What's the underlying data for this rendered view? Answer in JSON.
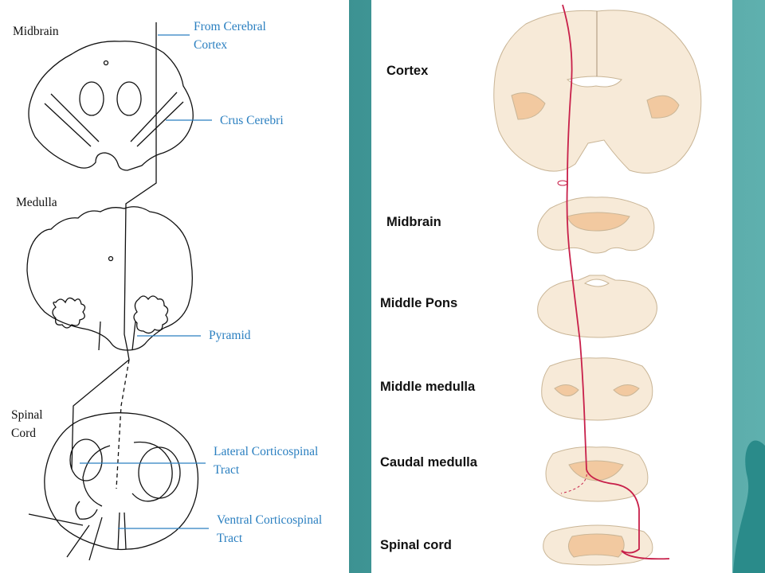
{
  "left_diagram": {
    "section_labels": {
      "midbrain": "Midbrain",
      "medulla": "Medulla",
      "spinal_cord_line1": "Spinal",
      "spinal_cord_line2": "Cord"
    },
    "callouts": {
      "from_cortex_line1": "From Cerebral",
      "from_cortex_line2": "Cortex",
      "crus_cerebri": "Crus Cerebri",
      "pyramid": "Pyramid",
      "lateral_line1": "Lateral Corticospinal",
      "lateral_line2": "Tract",
      "ventral_line1": "Ventral Corticospinal",
      "ventral_line2": "Tract"
    },
    "callout_color": "#2a7fc0"
  },
  "right_diagram": {
    "labels": {
      "cortex": "Cortex",
      "midbrain": "Midbrain",
      "middle_pons": "Middle Pons",
      "middle_medulla": "Middle medulla",
      "caudal_medulla": "Caudal medulla",
      "spinal_cord": "Spinal cord"
    },
    "tract_color": "#c8204a",
    "tissue_color": "#f7ead8",
    "gray_matter_color": "#f2c9a0"
  },
  "background": {
    "teal_dark": "#1f6f70",
    "teal_light": "#5fb0ae"
  }
}
